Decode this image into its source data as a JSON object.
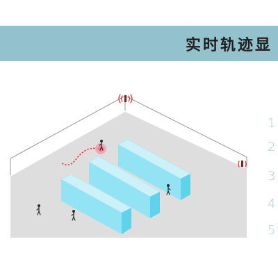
{
  "header": {
    "title": "实时轨迹显",
    "bar_color": "#93c2cd"
  },
  "step_numbers": [
    "1",
    "2",
    "3",
    "4",
    "5"
  ],
  "colors": {
    "floor": "#dedede",
    "wall_line": "#9a9a9a",
    "shelf_top": "#ccf1f8",
    "shelf_side": "#5fd3ec",
    "shelf_front": "#92e3f4",
    "trajectory": "#e23b3b",
    "beacon": "#e23b3b",
    "step_number": "#a9d0dc"
  },
  "icons": {
    "beacon": "signal-beacon-icon",
    "person": "walking-person-icon",
    "location": "location-highlight-icon"
  }
}
